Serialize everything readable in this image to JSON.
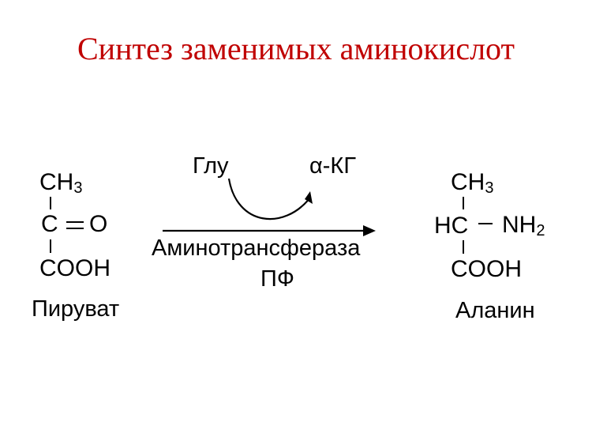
{
  "title": "Синтез заменимых аминокислот",
  "reactant": {
    "top_group": "CH",
    "top_sub": "3",
    "carbon": "C",
    "double_bond": "=",
    "oxygen": "O",
    "bottom_group": "COOH",
    "name": "Пируват"
  },
  "reaction": {
    "cosubstrate_in": "Глу",
    "cosubstrate_out": "α-КГ",
    "enzyme": "Аминотрансфераза",
    "cofactor": "ПФ"
  },
  "product": {
    "top_group": "CH",
    "top_sub": "3",
    "carbon": "HC",
    "amine": "NH",
    "amine_sub": "2",
    "bottom_group": "COOH",
    "name": "Аланин"
  },
  "colors": {
    "title": "#c00000",
    "ink": "#000000"
  }
}
